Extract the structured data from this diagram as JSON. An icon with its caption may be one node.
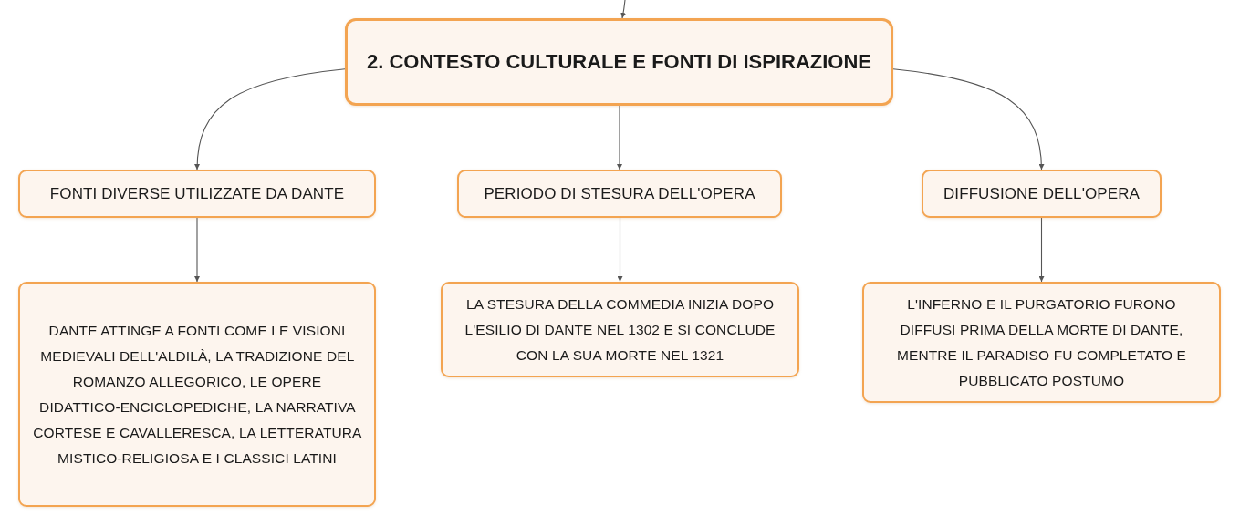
{
  "diagram": {
    "nodes": [
      {
        "text": [
          "2. CONTESTO CULTURALE E FONTI DI ISPIRAZIONE"
        ]
      },
      {
        "text": [
          "FONTI DIVERSE UTILIZZATE DA DANTE"
        ]
      },
      {
        "text": [
          "DANTE ATTINGE A FONTI COME LE VISIONI MEDIEVALI DELL'ALDILÀ, LA TRADIZIONE DEL ROMANZO ALLEGORICO, LE OPERE DIDATTICO-ENCICLOPEDICHE, LA NARRATIVA CORTESE E CAVALLERESCA, LA LETTERATURA MISTICO-RELIGIOSA E I CLASSICI LATINI"
        ]
      },
      {
        "text": [
          "PERIODO DI STESURA DELL'OPERA"
        ]
      },
      {
        "text": [
          "LA STESURA DELLA COMMEDIA INIZIA DOPO L'ESILIO DI DANTE NEL 1302 E SI CONCLUDE CON LA SUA MORTE NEL 1321"
        ]
      },
      {
        "text": [
          "DIFFUSIONE DELL'OPERA"
        ]
      },
      {
        "text": [
          "L'INFERNO E IL PURGATORIO FURONO DIFFUSI PRIMA DELLA MORTE DI DANTE, MENTRE IL PARADISO FU COMPLETATO E PUBBLICATO POSTUMO"
        ]
      }
    ],
    "edges": [
      {
        "from": null,
        "to": 0,
        "arrow": "to"
      },
      {
        "from": 0,
        "to": 1,
        "arrow": "to"
      },
      {
        "from": 0,
        "to": 3,
        "arrow": "to"
      },
      {
        "from": 0,
        "to": 5,
        "arrow": "to"
      },
      {
        "from": 1,
        "to": 2,
        "arrow": "to"
      },
      {
        "from": 3,
        "to": 4,
        "arrow": "to"
      },
      {
        "from": 5,
        "to": 6,
        "arrow": "to"
      }
    ]
  }
}
